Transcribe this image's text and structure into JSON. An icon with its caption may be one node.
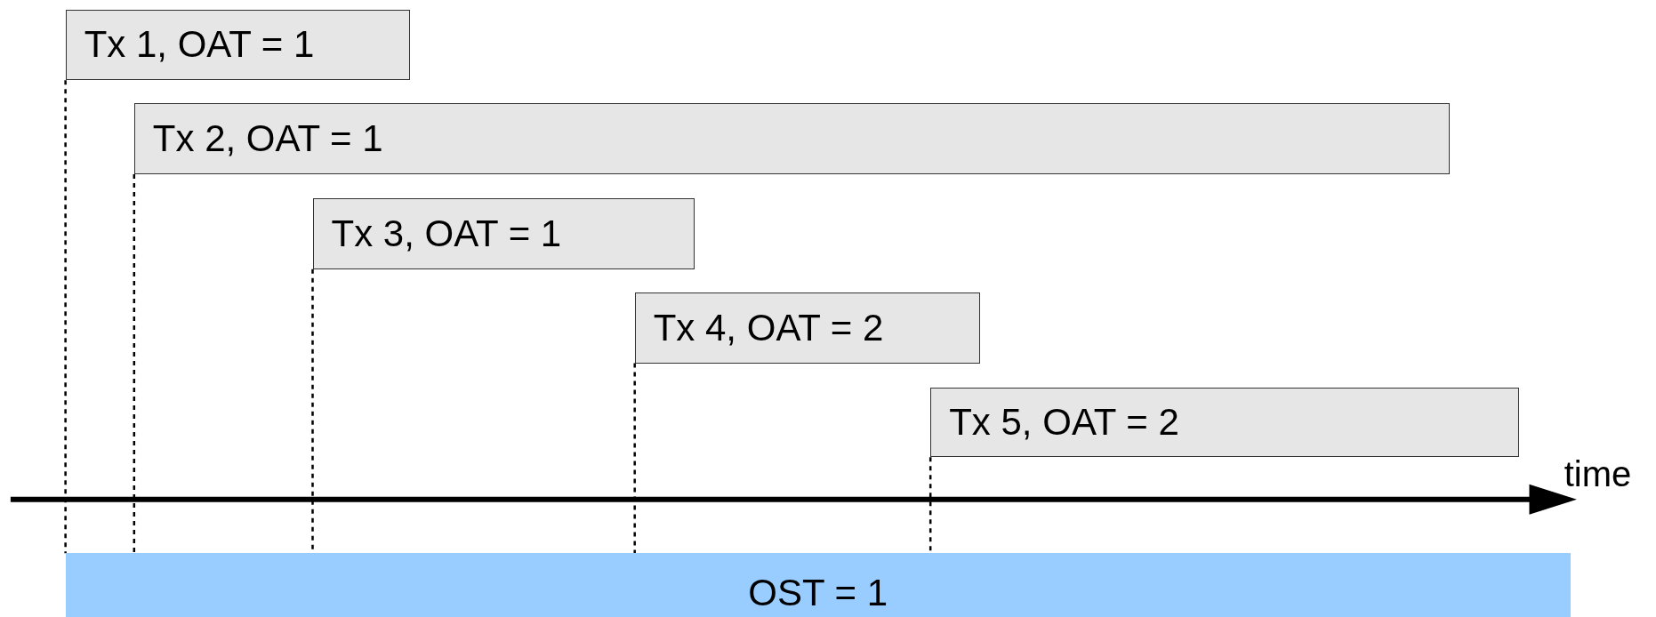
{
  "diagram": {
    "nodes": [
      {
        "text": [
          "Tx 5, OAT = 2"
        ]
      },
      {
        "text": [
          "Tx 4, OAT = 2"
        ]
      },
      {
        "text": [
          "Tx 3, OAT = 1"
        ]
      },
      {
        "text": [
          "Tx 2, OAT = 1"
        ]
      },
      {
        "text": [
          "Tx 1, OAT = 1"
        ]
      },
      {
        "text": [
          "OST = 1"
        ]
      }
    ],
    "edges": [
      {
        "from": 0,
        "to": 5,
        "arrow": "none",
        "style": "dashed"
      },
      {
        "from": 1,
        "to": 5,
        "arrow": "none",
        "style": "dashed"
      },
      {
        "from": 2,
        "to": 5,
        "arrow": "none",
        "style": "dashed"
      },
      {
        "from": 3,
        "to": 5,
        "arrow": "none",
        "style": "dashed"
      },
      {
        "from": 4,
        "to": 5,
        "arrow": "none",
        "style": "dashed"
      }
    ],
    "labels": [
      "time"
    ]
  }
}
